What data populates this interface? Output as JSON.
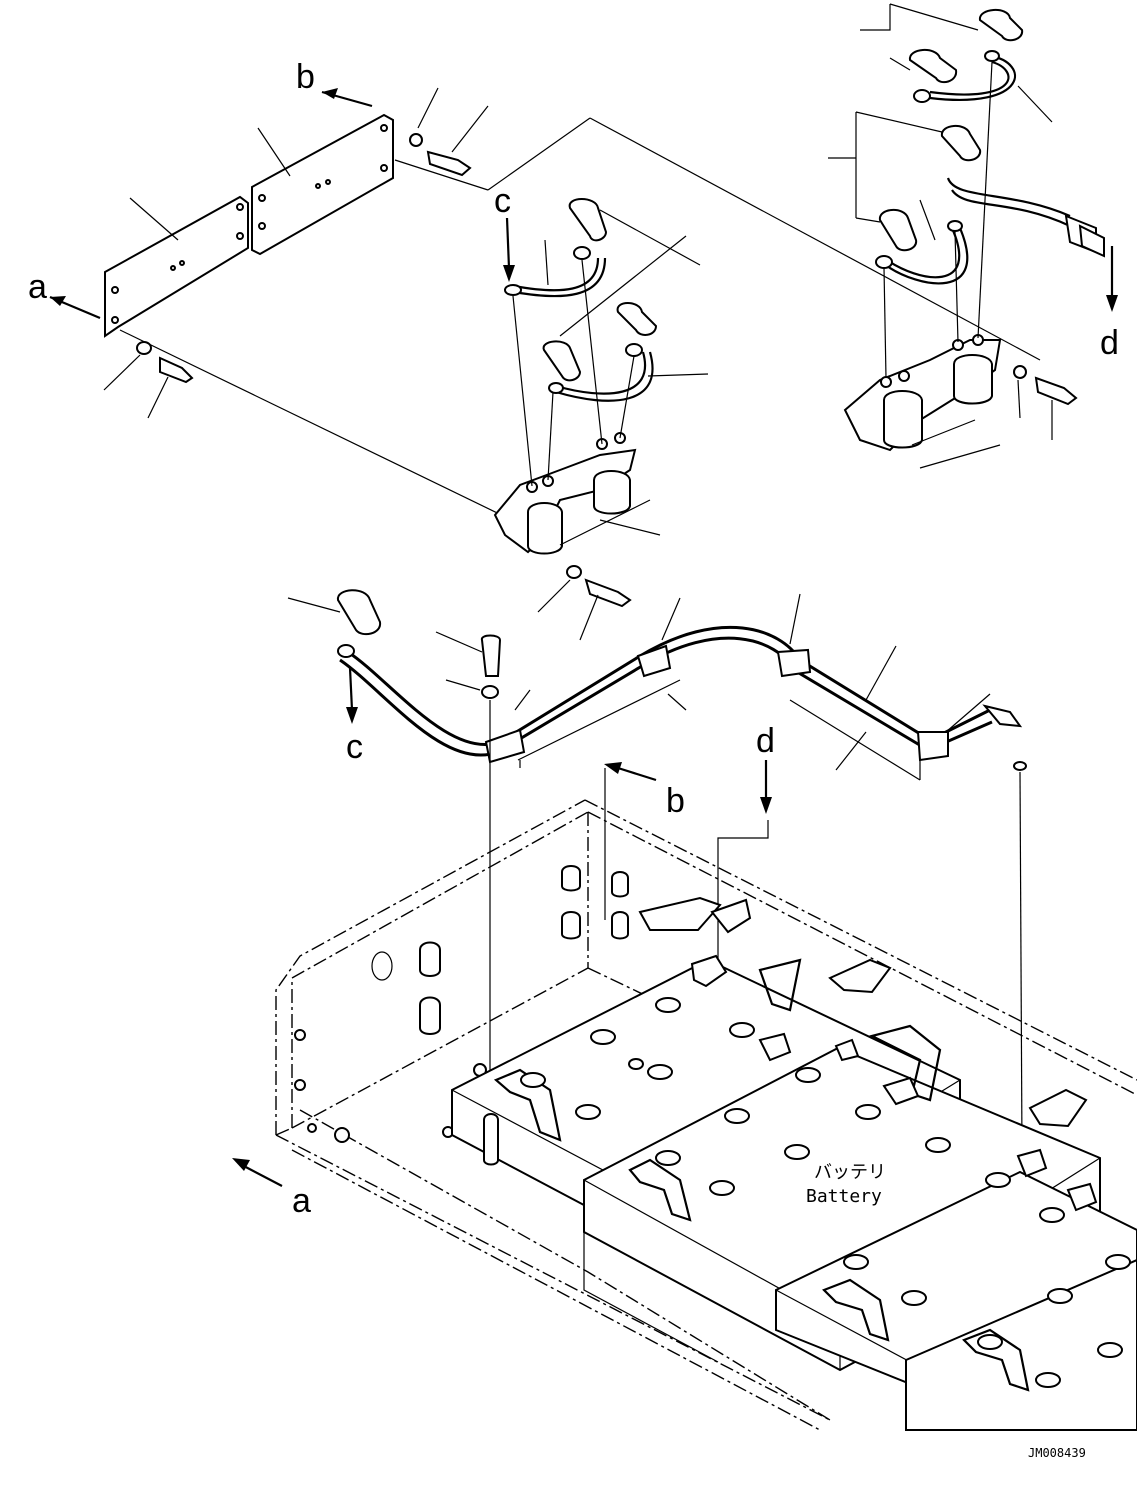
{
  "labels": {
    "a_top": "a",
    "a_bottom": "a",
    "b_top": "b",
    "b_bottom": "b",
    "c_top": "c",
    "c_bottom": "c",
    "d_top": "d",
    "d_bottom": "d"
  },
  "battery": {
    "label_jp": "バッテリ",
    "label_en": "Battery"
  },
  "drawing_code": "JM008439"
}
